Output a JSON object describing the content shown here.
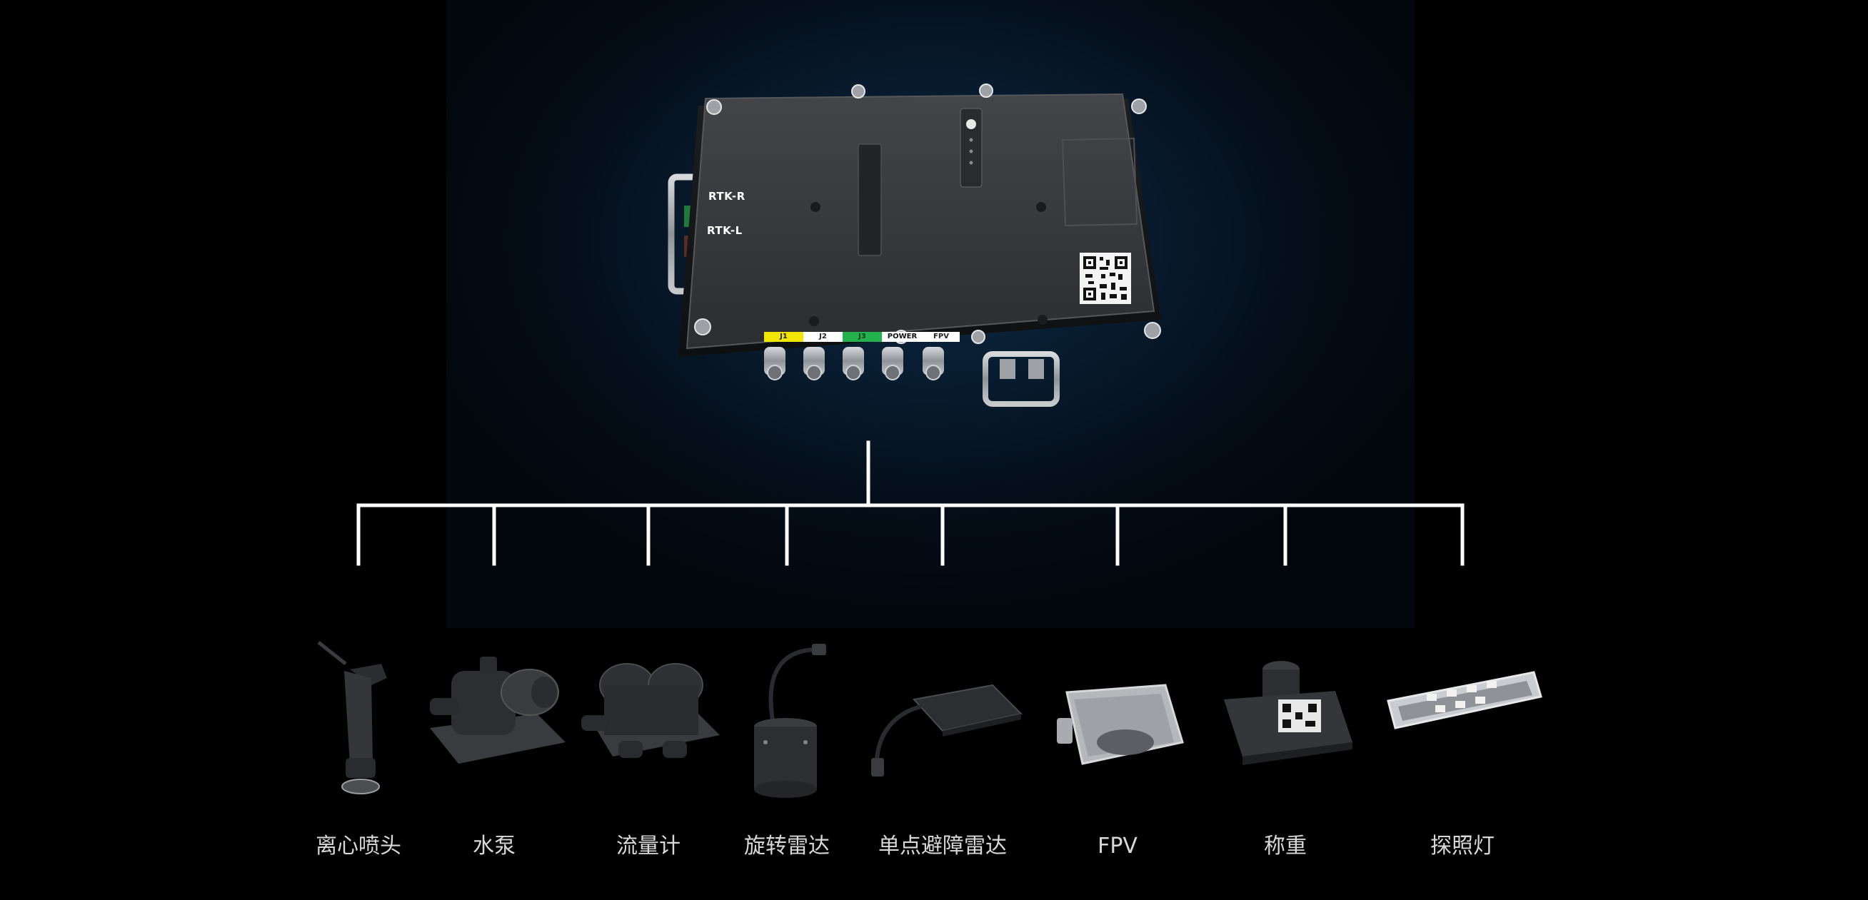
{
  "controller": {
    "rtk_r_label": "RTK-R",
    "rtk_l_label": "RTK-L",
    "ports": [
      {
        "label": "J1",
        "color": "#f2e600",
        "text_color": "#222222"
      },
      {
        "label": "J2",
        "color": "#ffffff",
        "text_color": "#222222"
      },
      {
        "label": "J3",
        "color": "#23b14d",
        "text_color": "#0f3d1c"
      },
      {
        "label": "POWER",
        "color": "#ffffff",
        "text_color": "#111111"
      },
      {
        "label": "FPV",
        "color": "#ffffff",
        "text_color": "#222222"
      }
    ]
  },
  "accessories": [
    {
      "label": "离心喷头",
      "icon": "centrifugal-nozzle-icon"
    },
    {
      "label": "水泵",
      "icon": "water-pump-icon"
    },
    {
      "label": "流量计",
      "icon": "flow-meter-icon"
    },
    {
      "label": "旋转雷达",
      "icon": "rotating-radar-icon"
    },
    {
      "label": "单点避障雷达",
      "icon": "single-point-radar-icon"
    },
    {
      "label": "FPV",
      "icon": "fpv-camera-icon"
    },
    {
      "label": "称重",
      "icon": "weighing-sensor-icon"
    },
    {
      "label": "探照灯",
      "icon": "searchlight-icon"
    }
  ],
  "colors": {
    "background": "#000000",
    "spotlight": "#0d2d48",
    "tree_line": "#ffffff",
    "label_text": "#d8d8d8",
    "device_body": "#38393c"
  }
}
